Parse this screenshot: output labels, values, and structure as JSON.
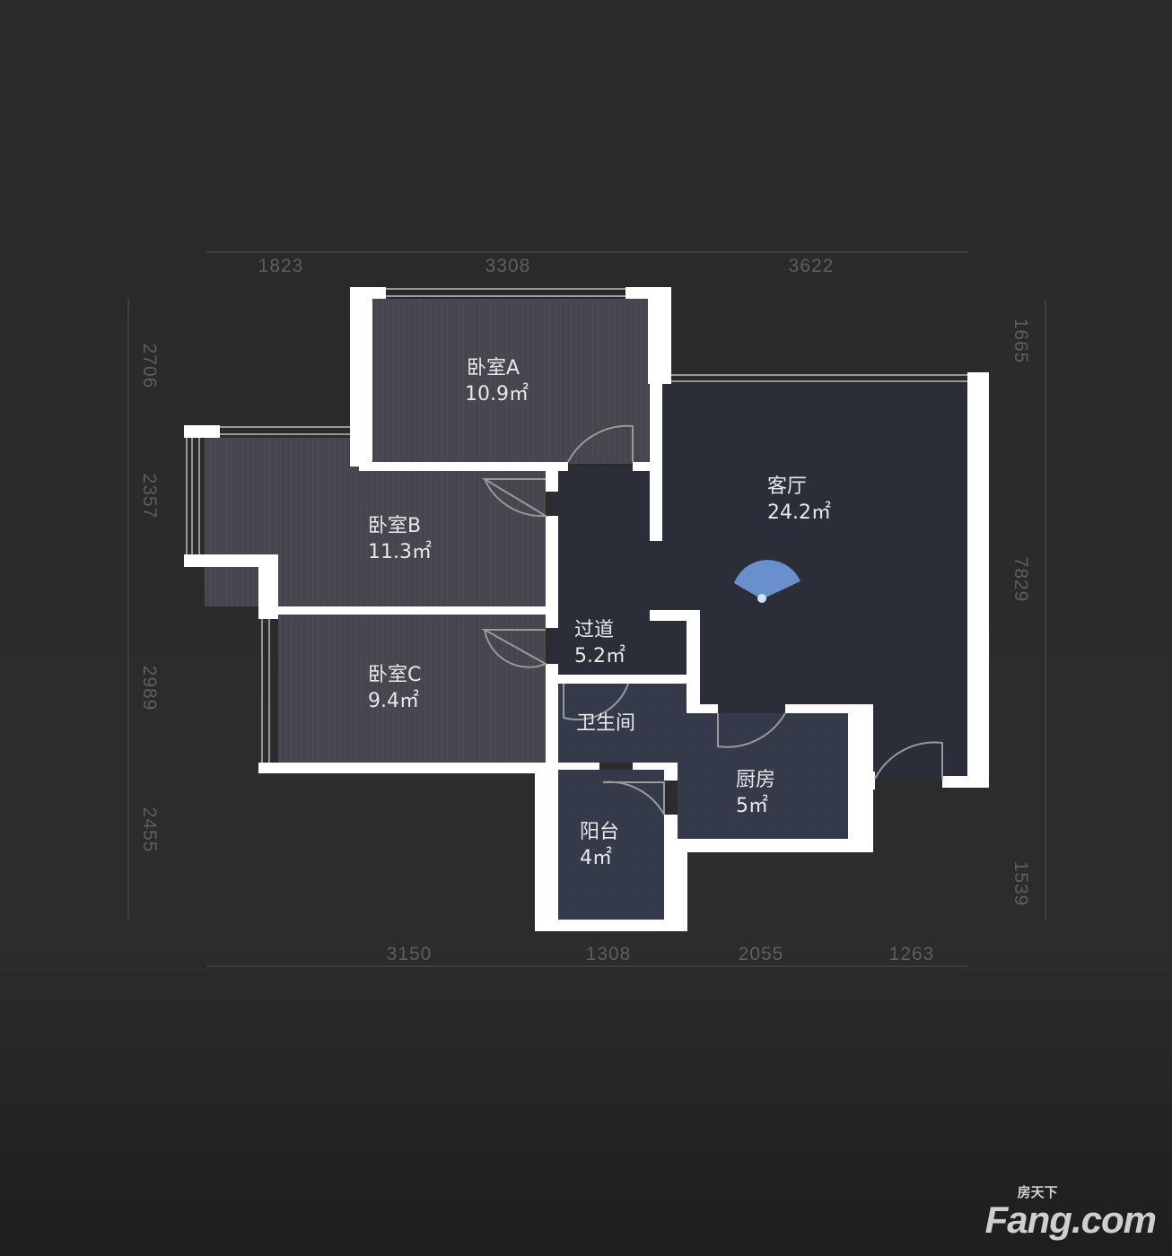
{
  "rooms": {
    "bedroom_a": {
      "name": "卧室A",
      "area": "10.9㎡"
    },
    "bedroom_b": {
      "name": "卧室B",
      "area": "11.3㎡"
    },
    "bedroom_c": {
      "name": "卧室C",
      "area": "9.4㎡"
    },
    "living": {
      "name": "客厅",
      "area": "24.2㎡"
    },
    "hallway": {
      "name": "过道",
      "area": "5.2㎡"
    },
    "bathroom": {
      "name": "卫生间"
    },
    "kitchen": {
      "name": "厨房",
      "area": "5㎡"
    },
    "balcony": {
      "name": "阳台",
      "area": "4㎡"
    }
  },
  "dimensions": {
    "top": [
      "1823",
      "3308",
      "3622"
    ],
    "bottom": [
      "3150",
      "1308",
      "2055",
      "1263"
    ],
    "left": [
      "2706",
      "2357",
      "2989",
      "2455"
    ],
    "right": [
      "1665",
      "7829",
      "1539"
    ]
  },
  "logo": {
    "text": "Fang.com",
    "cn": "房天下"
  },
  "colors": {
    "background": "#2b2b2b",
    "bedroom": "#47464e",
    "living": "#2b2e39",
    "tile": "#353a4b",
    "wall": "#ffffff"
  }
}
